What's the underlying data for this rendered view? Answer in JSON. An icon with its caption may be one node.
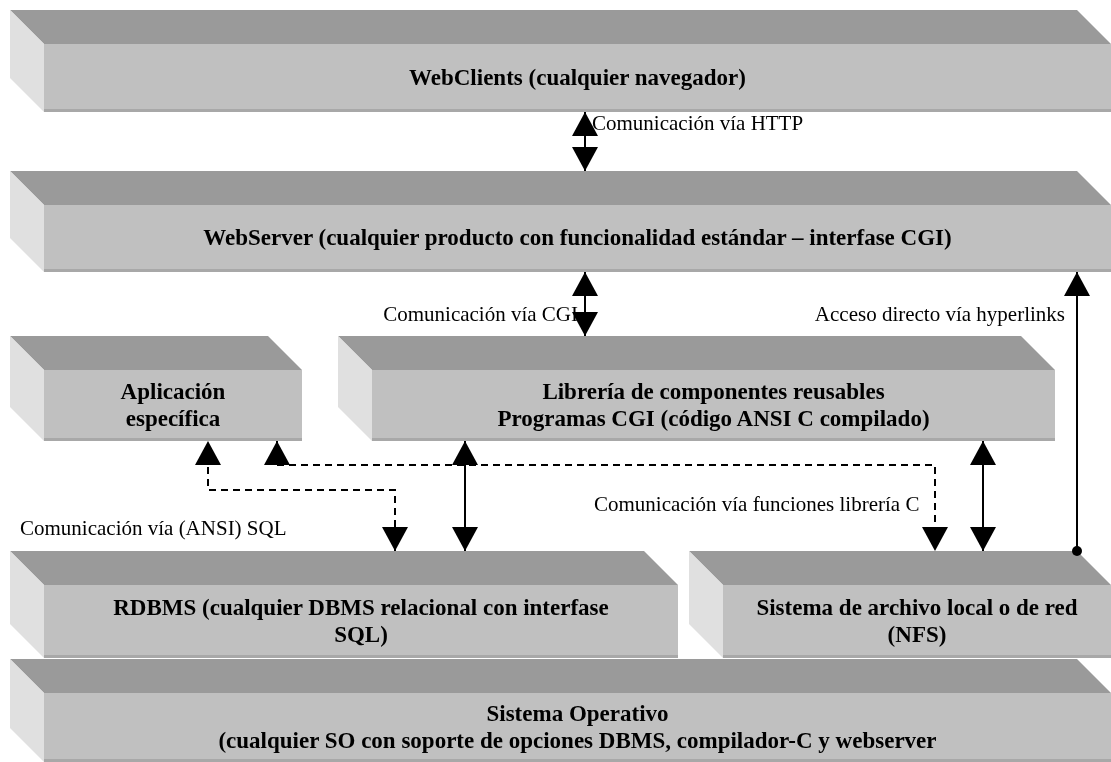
{
  "diagram": {
    "nodes": [
      {
        "text": [
          "WebClients (cualquier navegador)"
        ]
      },
      {
        "text": [
          "WebServer (cualquier producto con funcionalidad estándar – interfase CGI)"
        ]
      },
      {
        "text": [
          "Aplicación específica"
        ]
      },
      {
        "text": [
          "Librería de componentes reusables",
          "Programas CGI (código ANSI C compilado)"
        ]
      },
      {
        "text": [
          "RDBMS (cualquier DBMS relacional con interfase SQL)"
        ]
      },
      {
        "text": [
          "Sistema de archivo local o de red (NFS)"
        ]
      },
      {
        "text": [
          "Sistema Operativo",
          "(cualquier SO con soporte de opciones DBMS, compilador-C  y webserver"
        ]
      }
    ],
    "edges": [
      {
        "from": 0,
        "to": 1,
        "arrow": "both",
        "label": "Comunicación vía HTTP"
      },
      {
        "from": 1,
        "to": 3,
        "arrow": "both",
        "label": "Comunicación vía CGI"
      },
      {
        "from": 5,
        "to": 1,
        "arrow": "to",
        "label": "Acceso directo vía hyperlinks"
      },
      {
        "from": 4,
        "to": 2,
        "arrow": "both",
        "style": "dashed",
        "label": "Comunicación vía (ANSI) SQL"
      },
      {
        "from": 3,
        "to": 4,
        "arrow": "both"
      },
      {
        "from": 2,
        "to": 5,
        "arrow": "both",
        "style": "dashed",
        "label": "Comunicación vía funciones librería C"
      },
      {
        "from": 3,
        "to": 5,
        "arrow": "both"
      }
    ]
  }
}
